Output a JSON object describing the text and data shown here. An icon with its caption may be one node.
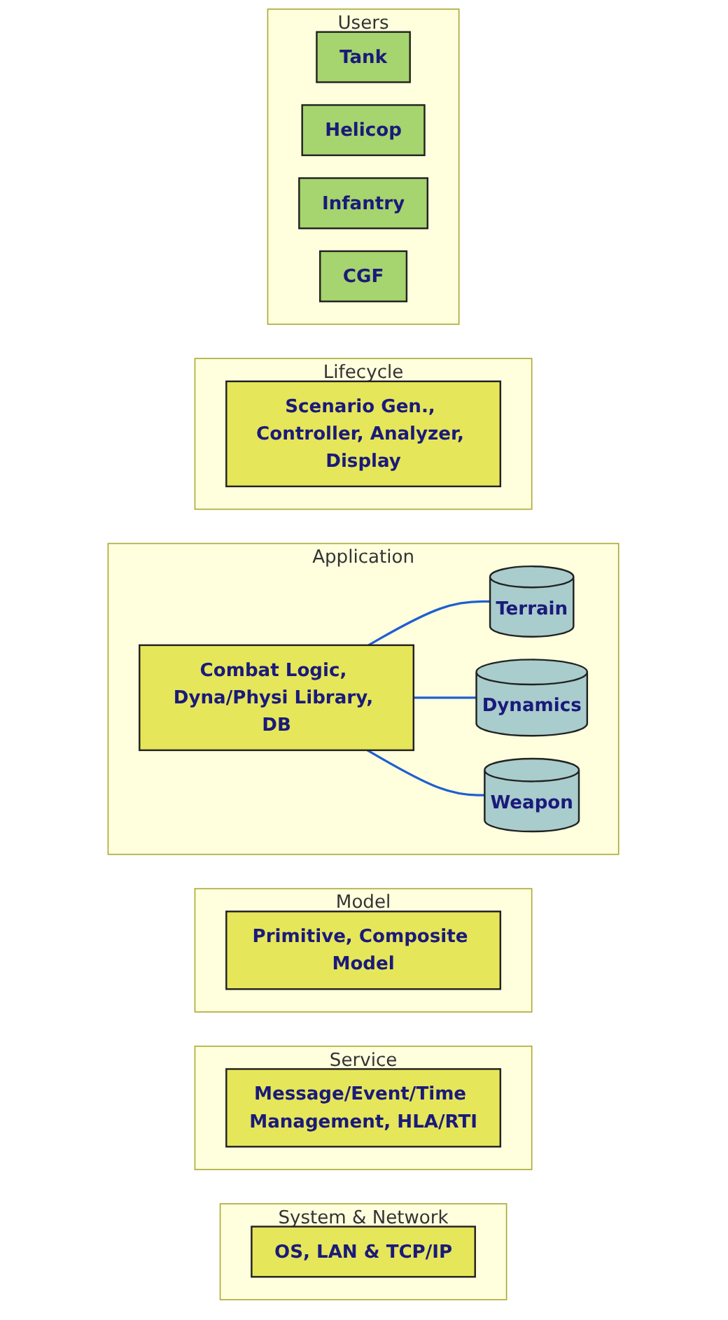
{
  "diagram": {
    "nodes": [
      {
        "text": [
          "Users"
        ]
      },
      {
        "text": [
          "Tank"
        ],
        "in": 0
      },
      {
        "text": [
          "Helicop"
        ],
        "in": 0
      },
      {
        "text": [
          "Infantry"
        ],
        "in": 0
      },
      {
        "text": [
          "CGF"
        ],
        "in": 0
      },
      {
        "text": [
          "Lifecycle"
        ]
      },
      {
        "text": [
          "Scenario Gen., Controller, Analyzer, Display"
        ],
        "in": 5
      },
      {
        "text": [
          "Application"
        ]
      },
      {
        "text": [
          "Combat Logic, Dyna/Physi Library, DB"
        ],
        "in": 7
      },
      {
        "text": [
          "Terrain"
        ],
        "in": 7
      },
      {
        "text": [
          "Dynamics"
        ],
        "in": 7
      },
      {
        "text": [
          "Weapon"
        ],
        "in": 7
      },
      {
        "text": [
          "Model"
        ]
      },
      {
        "text": [
          "Primitive, Composite Model"
        ],
        "in": 12
      },
      {
        "text": [
          "Service"
        ]
      },
      {
        "text": [
          "Message/Event/Time Management, HLA/RTI"
        ],
        "in": 14
      },
      {
        "text": [
          "System & Network"
        ]
      },
      {
        "text": [
          "OS, LAN & TCP/IP"
        ],
        "in": 16
      }
    ],
    "edges": [
      {
        "from": 8,
        "to": 9,
        "arrow": "none",
        "color": "#1f5fd0"
      },
      {
        "from": 8,
        "to": 10,
        "arrow": "none",
        "color": "#1f5fd0"
      },
      {
        "from": 8,
        "to": 11,
        "arrow": "none",
        "color": "#1f5fd0"
      }
    ]
  }
}
